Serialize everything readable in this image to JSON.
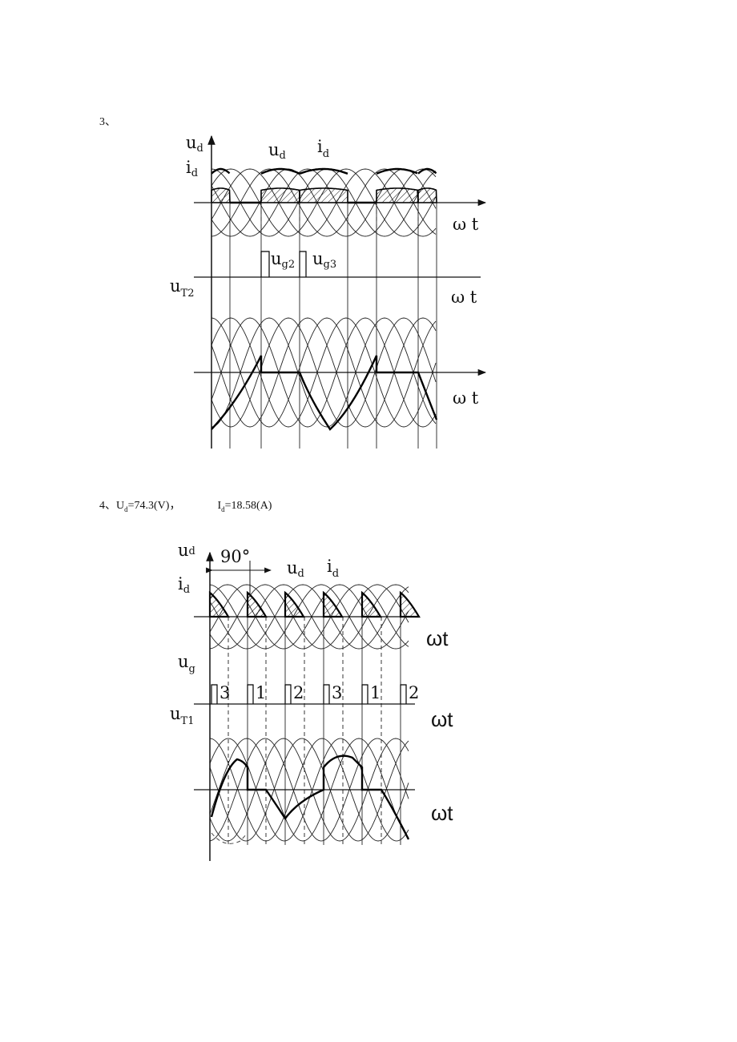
{
  "q3": {
    "number": "3、",
    "fig": {
      "ud": "u",
      "ud_sub": "d",
      "id": "i",
      "id_sub": "d",
      "curve_ud": "u",
      "curve_ud_sub": "d",
      "curve_id": "i",
      "curve_id_sub": "d",
      "wt1": "ω t",
      "wt2": "ω t",
      "wt3": "ω t",
      "ug2": "u",
      "ug2_sub": "g2",
      "ug3": "u",
      "ug3_sub": "g3",
      "ut2": "u",
      "ut2_sub": "T2"
    }
  },
  "q4": {
    "number": "4、",
    "ud_main": "U",
    "ud_sub": "d",
    "ud_value": "=74.3(V)，",
    "id_main": "I",
    "id_sub": "d",
    "id_value": "=18.58(A)",
    "fig": {
      "ud": "u",
      "ud_sub": "d",
      "id": "i",
      "id_sub": "d",
      "angle": "90°",
      "curve_ud": "u",
      "curve_ud_sub": "d",
      "curve_id": "i",
      "curve_id_sub": "d",
      "ug": "u",
      "ug_sub": "g",
      "ut1": "u",
      "ut1_sub": "T1",
      "pulses": [
        "3",
        "1",
        "2",
        "3",
        "1",
        "2"
      ],
      "wt1": "ωt",
      "wt2": "ωt",
      "wt3": "ωt"
    }
  }
}
